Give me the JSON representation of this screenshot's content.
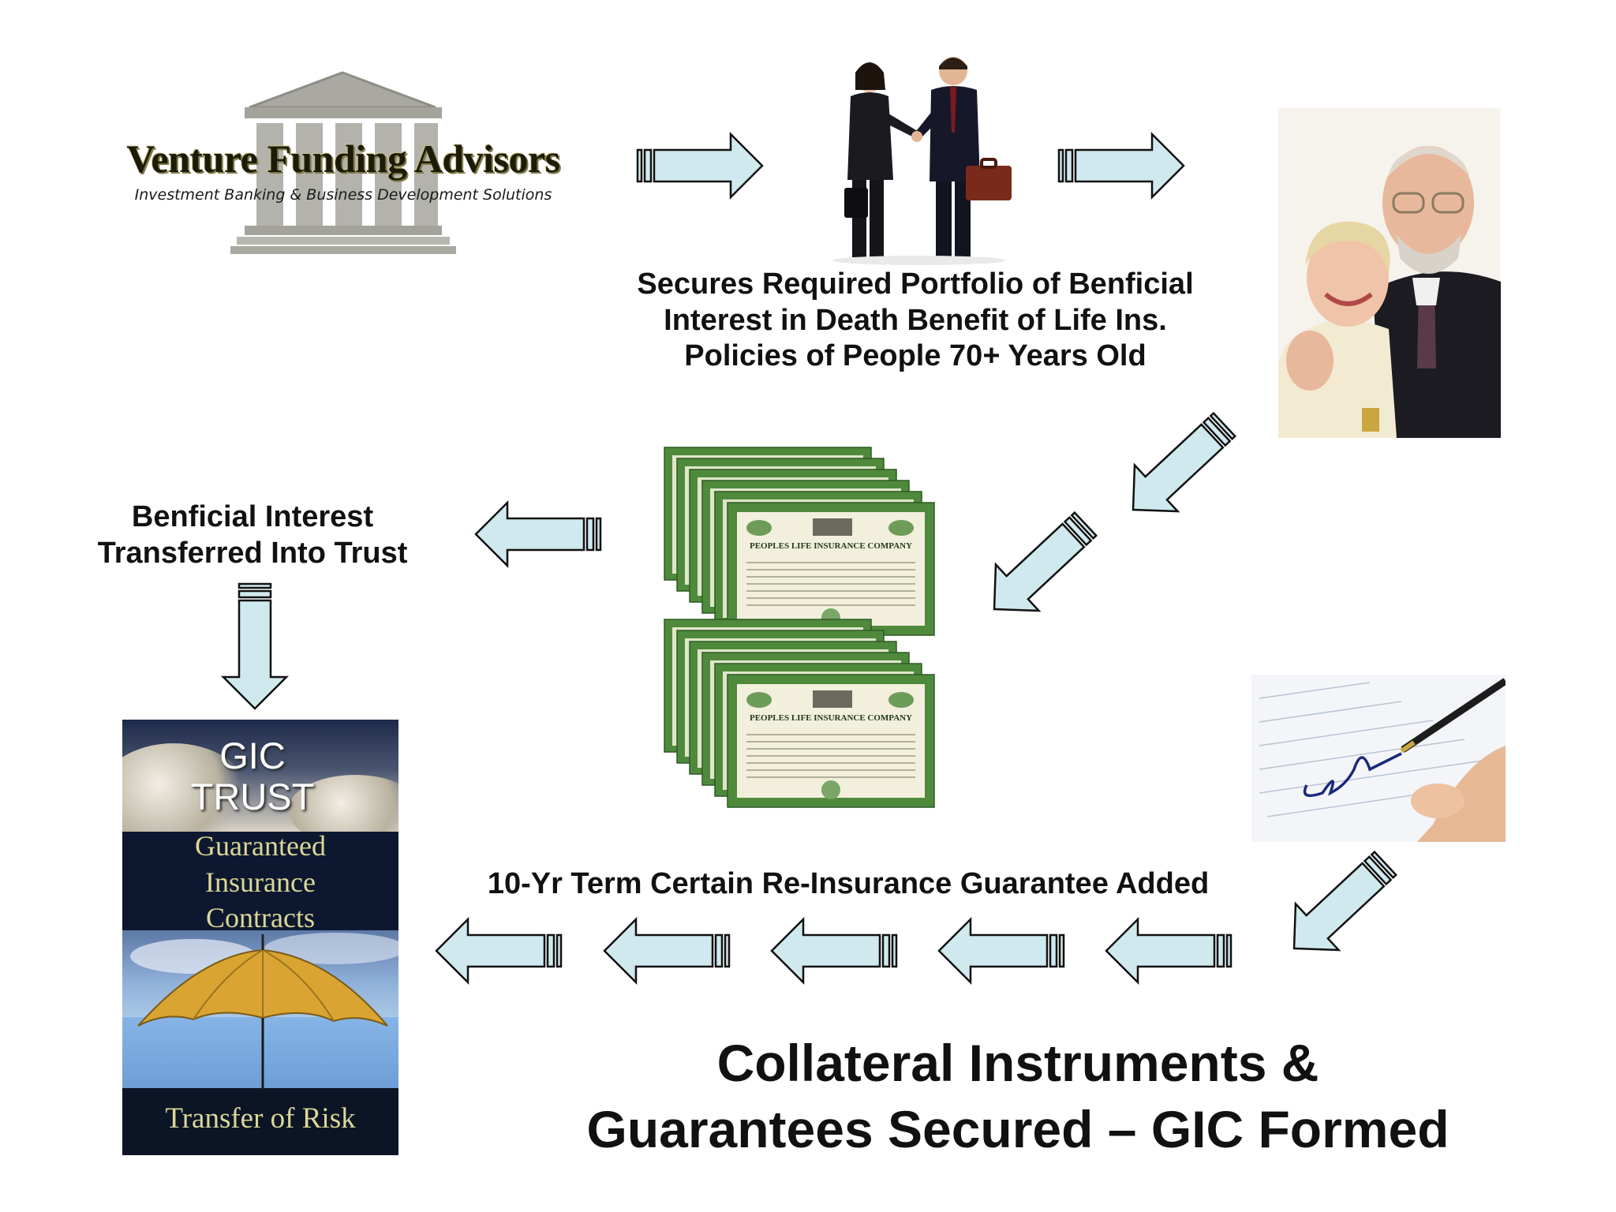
{
  "logo": {
    "name": "Venture Funding Advisors",
    "tagline": "Investment Banking & Business Development Solutions"
  },
  "steps": {
    "secures_label": [
      "Secures Required Portfolio of Benficial",
      "Interest in Death Benefit of Life Ins.",
      "Policies of People 70+ Years Old"
    ],
    "transfer_label": [
      "Benficial Interest",
      "Transferred Into Trust"
    ],
    "term_label": "10-Yr Term Certain Re-Insurance Guarantee Added"
  },
  "certificate": {
    "company": "PEOPLES LIFE INSURANCE COMPANY"
  },
  "gic_poster": {
    "title_line1": "GIC",
    "title_line2": "TRUST",
    "subtitle": [
      "Guaranteed",
      "Insurance",
      "Contracts"
    ],
    "footer": "Transfer of Risk"
  },
  "headline": [
    "Collateral Instruments &",
    "Guarantees Secured – GIC Formed"
  ],
  "colors": {
    "arrow_fill": "#cfe9ee",
    "arrow_stroke": "#111111",
    "certificate_green": "#4f8a3c",
    "certificate_paper": "#f2efdc",
    "gic_gold_text": "#dcd796",
    "umbrella": "#d9a431"
  }
}
